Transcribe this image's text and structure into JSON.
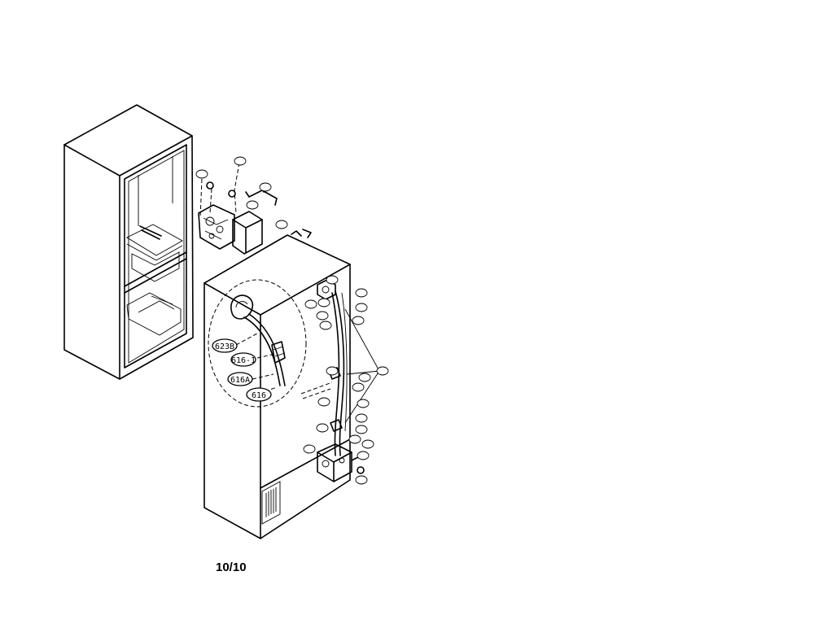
{
  "callouts": [
    {
      "id": "callout-623b",
      "label": "623B"
    },
    {
      "id": "callout-616-1",
      "label": "616-1"
    },
    {
      "id": "callout-616a",
      "label": "616A"
    },
    {
      "id": "callout-616",
      "label": "616"
    }
  ],
  "page_number": "10/10"
}
